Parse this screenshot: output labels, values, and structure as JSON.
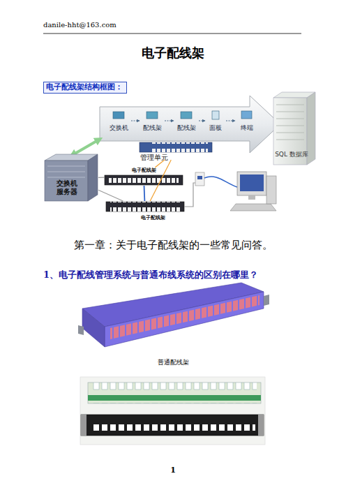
{
  "diagram": {
    "title": "电子配线架",
    "nodes": [
      {
        "text": [
          "电子配线架结构框图："
        ]
      },
      {
        "text": [
          "交换机"
        ]
      },
      {
        "text": [
          "配线架"
        ]
      },
      {
        "text": [
          "配线架"
        ]
      },
      {
        "text": [
          "面板"
        ]
      },
      {
        "text": [
          "终端"
        ]
      },
      {
        "text": [
          "SQL 数据库"
        ]
      },
      {
        "text": [
          "管理单元"
        ]
      },
      {
        "text": [
          "交换机 服务器"
        ]
      },
      {
        "text": [
          "电子配线架"
        ]
      },
      {
        "text": [
          "电子配线架"
        ]
      }
    ],
    "edges": [
      {
        "from": 1,
        "to": 2,
        "arrow": "to"
      },
      {
        "from": 2,
        "to": 3,
        "arrow": "to"
      },
      {
        "from": 3,
        "to": 4,
        "arrow": "to"
      },
      {
        "from": 4,
        "to": 5,
        "arrow": "to"
      },
      {
        "from": 8,
        "to": 9,
        "arrow": "none"
      },
      {
        "from": 8,
        "to": 10,
        "arrow": "none"
      },
      {
        "from": 9,
        "to": 10,
        "arrow": "none"
      },
      {
        "from": 7,
        "to": 9,
        "arrow": "none"
      },
      {
        "from": 7,
        "to": 10,
        "arrow": "none"
      }
    ],
    "labels": [
      "danile-hht@163.com",
      "第一章：关于电子配线架的一些常见问答。",
      "1、电子配线管理系统与普通布线系统的区别在哪里？",
      "普通配线架",
      "1"
    ]
  }
}
